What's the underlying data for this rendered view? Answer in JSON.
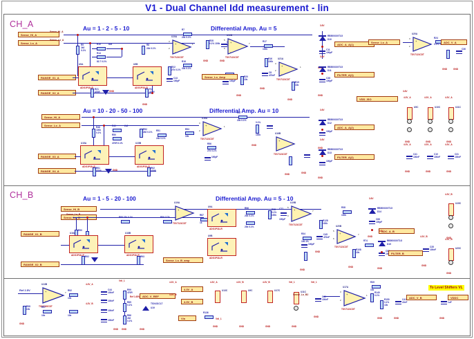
{
  "title": "V1 - Dual Channel Idd measurement - lin",
  "sections": [
    {
      "id": "ch_a",
      "label": "CH_A",
      "captions": [
        "Au = 1 - 2 - 5 - 10",
        "Differential Amp. Au = 5",
        "Au = 10 - 20 - 50 - 100",
        "Differential Amp. Au = 10"
      ]
    },
    {
      "id": "ch_b",
      "label": "CH_B",
      "captions": [
        "Au = 1 - 5 - 20 - 100",
        "Differential Amp. Au = 5 - 10"
      ]
    },
    {
      "id": "misc",
      "label": "",
      "captions": []
    }
  ],
  "notes": {
    "level_shifters": "To Level Shifters VL"
  },
  "ports": {
    "ch_a": [
      "Sense_Hi_A",
      "Sense_Lo_A",
      "RANGE_X1_A",
      "RANGE_X2_A",
      "RANGE_X3_A",
      "RANGE_X4_A",
      "Sense_Lo_Amp",
      "ADC_A_A(1)",
      "FILTER_A(1)",
      "ADC_V_A",
      "ADC_A_A(2)",
      "FILTER_A(2)",
      "VDD_ISO"
    ],
    "ch_b": [
      "Sense_Hi_B",
      "Sense_Lo_B",
      "RANGE_X1_B",
      "RANGE_X2_B",
      "Sense_Lo_B_amp",
      "ADC_A_B",
      "FILTER_B"
    ],
    "misc": [
      "Ref 2.5V",
      "Ref 1.65V",
      "ADC_V_REF",
      "4.3V_A",
      "4.3V_B",
      "Vin",
      "Vrtl_1",
      "Sense_Lo_B2",
      "ADC_V_B",
      "VDDC"
    ]
  },
  "nets": {
    "sense_hi_a": "Sense_Hi_A",
    "sense_lo_a": "Sense_Lo_A",
    "sense_hi_b": "Sense_Hi_B",
    "sense_lo_b": "Sense_Lo_B",
    "sense_lo_b2": "Sense_Lo_B2",
    "ref165": "Ref 1.65V",
    "ref25": "Ref 2.5V"
  },
  "parts": {
    "opamp_model": "TSV7121CDT",
    "switch_model": "ADG1P31LR",
    "diode_model": "RB500XX0T1G",
    "shunt_model": "TSX431CLT",
    "bead_model": "MPZ1608S221A"
  },
  "rails": {
    "v43a": "4.3V_A",
    "v43b": "4.3V_B",
    "v36": "3.6V",
    "gnd": "GND"
  },
  "values": {
    "r_100k": "100k",
    "r_10k": "10k",
    "r_20k": "20k",
    "r_2k": "2k",
    "r_1k": "1k",
    "r_470": "470R",
    "r_tol": "0.1%",
    "c_100n": "100nF",
    "c_100p": "100pF",
    "c_470n": "470nF",
    "c_22p": "22pF",
    "c_1u": "1uF",
    "c_10u": "10uF"
  },
  "colors": {
    "title": "#1a1ad0",
    "section_label": "#b0309c",
    "caption": "#1a1ad0",
    "wire": "#1f1fa8",
    "port_fill": "#ffe9a0",
    "port_border": "#a03a10",
    "port_text": "#8a1a10",
    "gnd": "#c01010",
    "opamp_fill": "#fff3b0",
    "switch_fill": "#fdf2b8",
    "switch_border": "#c02020",
    "res_fill": "#bcd8f5",
    "note_highlight": "#ffff00",
    "frame": "#6f6f6f"
  }
}
